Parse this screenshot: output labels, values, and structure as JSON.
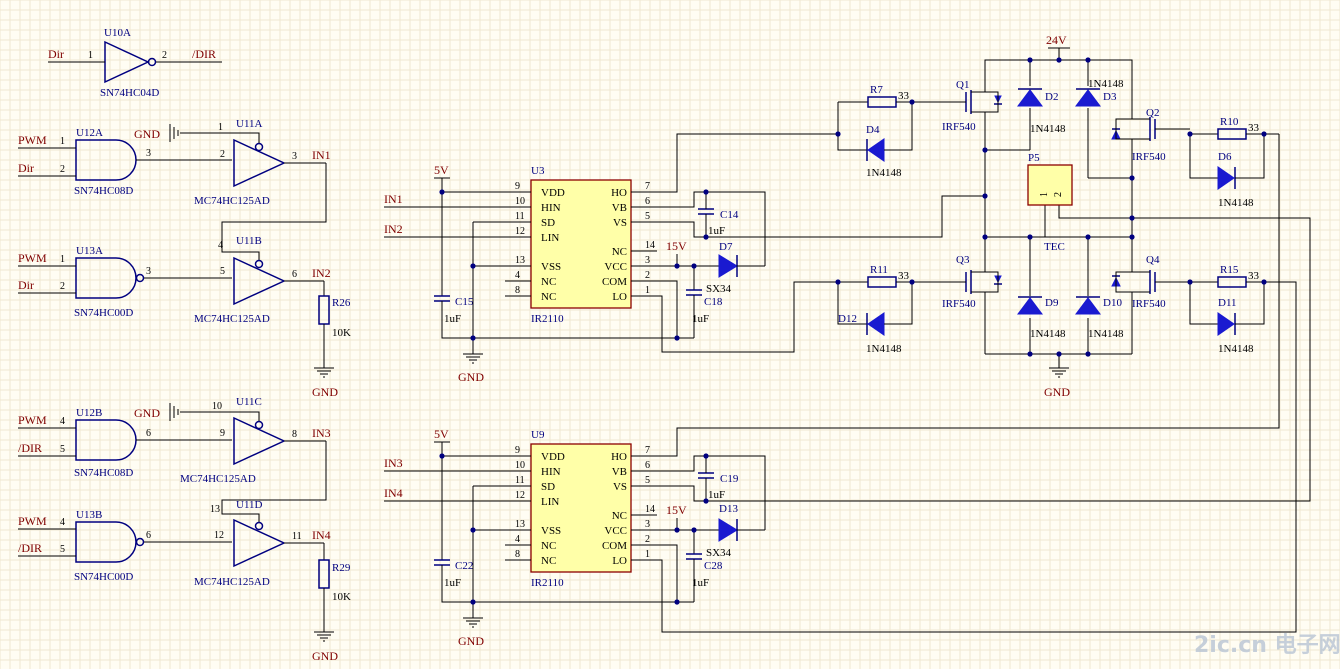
{
  "gates": [
    {
      "ref": "U10A",
      "part": "SN74HC04D",
      "inputs": [
        {
          "pin": "1",
          "net": "Dir"
        }
      ],
      "output": {
        "pin": "2",
        "net": "/DIR"
      }
    },
    {
      "ref": "U12A",
      "part": "SN74HC08D",
      "inputs": [
        {
          "pin": "1",
          "net": "PWM"
        },
        {
          "pin": "2",
          "net": "Dir"
        }
      ],
      "output": {
        "pin": "3"
      }
    },
    {
      "ref": "U13A",
      "part": "SN74HC00D",
      "inputs": [
        {
          "pin": "1",
          "net": "PWM"
        },
        {
          "pin": "2",
          "net": "Dir"
        }
      ],
      "output": {
        "pin": "3"
      }
    },
    {
      "ref": "U12B",
      "part": "SN74HC08D",
      "inputs": [
        {
          "pin": "4",
          "net": "PWM"
        },
        {
          "pin": "5",
          "net": "/DIR"
        }
      ],
      "output": {
        "pin": "6"
      }
    },
    {
      "ref": "U13B",
      "part": "SN74HC00D",
      "inputs": [
        {
          "pin": "4",
          "net": "PWM"
        },
        {
          "pin": "5",
          "net": "/DIR"
        }
      ],
      "output": {
        "pin": "6"
      }
    }
  ],
  "buffers": [
    {
      "ref": "U11A",
      "part": "MC74HC125AD",
      "oe_pin": "1",
      "in_pin": "2",
      "out_pin": "3",
      "out_net": "IN1"
    },
    {
      "ref": "U11B",
      "part": "MC74HC125AD",
      "oe_pin": "4",
      "in_pin": "5",
      "out_pin": "6",
      "out_net": "IN2"
    },
    {
      "ref": "U11C",
      "part": "MC74HC125AD",
      "oe_pin": "10",
      "in_pin": "9",
      "out_pin": "8",
      "out_net": "IN3"
    },
    {
      "ref": "U11D",
      "part": "MC74HC125AD",
      "oe_pin": "13",
      "in_pin": "12",
      "out_pin": "11",
      "out_net": "IN4"
    }
  ],
  "nets": {
    "gnd": "GND",
    "v5": "5V",
    "v15": "15V",
    "v24": "24V"
  },
  "resistors_pd": [
    {
      "ref": "R26",
      "value": "10K"
    },
    {
      "ref": "R29",
      "value": "10K"
    }
  ],
  "drivers": [
    {
      "ref": "U3",
      "part": "IR2110",
      "in_hi": "IN1",
      "in_lo": "IN2",
      "cap_vdd": {
        "ref": "C15",
        "value": "1uF"
      },
      "cap_boot": {
        "ref": "C14",
        "value": "1uF"
      },
      "cap_vcc": {
        "ref": "C18",
        "value": "1uF"
      },
      "diode": {
        "ref": "D7",
        "part": "SX34"
      }
    },
    {
      "ref": "U9",
      "part": "IR2110",
      "in_hi": "IN3",
      "in_lo": "IN4",
      "cap_vdd": {
        "ref": "C22",
        "value": "1uF"
      },
      "cap_boot": {
        "ref": "C19",
        "value": "1uF"
      },
      "cap_vcc": {
        "ref": "C28",
        "value": "1uF"
      },
      "diode": {
        "ref": "D13",
        "part": "SX34"
      }
    }
  ],
  "ir2110_pins": {
    "left": [
      {
        "n": "9",
        "name": "VDD"
      },
      {
        "n": "10",
        "name": "HIN"
      },
      {
        "n": "11",
        "name": "SD"
      },
      {
        "n": "12",
        "name": "LIN"
      },
      {
        "n": "13",
        "name": "VSS"
      },
      {
        "n": "4",
        "name": "NC"
      },
      {
        "n": "8",
        "name": "NC"
      }
    ],
    "right": [
      {
        "n": "7",
        "name": "HO"
      },
      {
        "n": "6",
        "name": "VB"
      },
      {
        "n": "5",
        "name": "VS"
      },
      {
        "n": "14",
        "name": "NC"
      },
      {
        "n": "3",
        "name": "VCC"
      },
      {
        "n": "2",
        "name": "COM"
      },
      {
        "n": "1",
        "name": "LO"
      }
    ]
  },
  "bridge": {
    "mosfets": [
      {
        "ref": "Q1",
        "part": "IRF540"
      },
      {
        "ref": "Q2",
        "part": "IRF540"
      },
      {
        "ref": "Q3",
        "part": "IRF540"
      },
      {
        "ref": "Q4",
        "part": "IRF540"
      }
    ],
    "gate_resistors": [
      {
        "ref": "R7",
        "value": "33"
      },
      {
        "ref": "R10",
        "value": "33"
      },
      {
        "ref": "R11",
        "value": "33"
      },
      {
        "ref": "R15",
        "value": "33"
      }
    ],
    "gate_diodes": [
      {
        "ref": "D4",
        "part": "1N4148"
      },
      {
        "ref": "D6",
        "part": "1N4148"
      },
      {
        "ref": "D12",
        "part": "1N4148"
      },
      {
        "ref": "D11",
        "part": "1N4148"
      }
    ],
    "clamp_diodes": [
      {
        "ref": "D2",
        "part": "1N4148"
      },
      {
        "ref": "D3",
        "part": "1N4148"
      },
      {
        "ref": "D9",
        "part": "1N4148"
      },
      {
        "ref": "D10",
        "part": "1N4148"
      }
    ],
    "load": {
      "ref": "P5",
      "label": "TEC",
      "pins": [
        "1",
        "2"
      ]
    }
  },
  "watermark": "2ic.cn 电子网"
}
